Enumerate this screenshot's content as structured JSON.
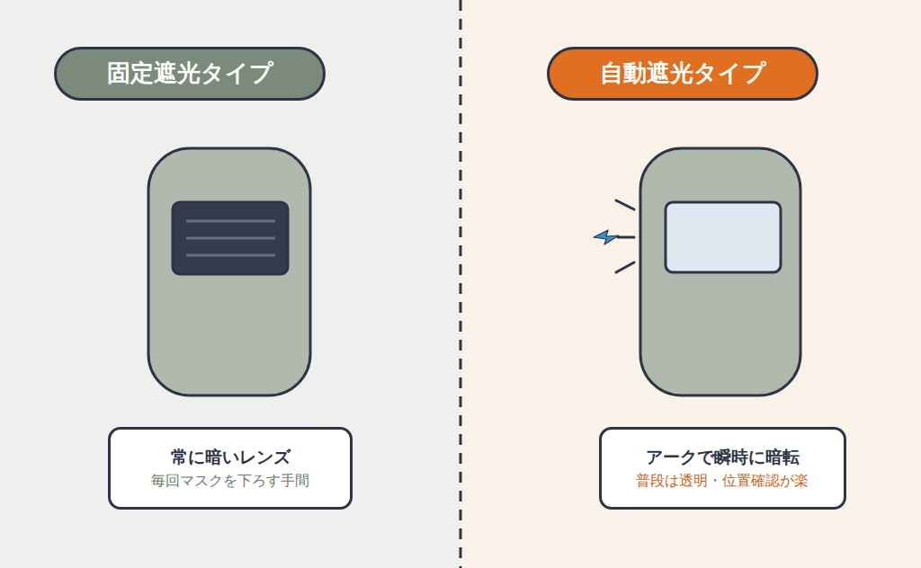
{
  "diagram": {
    "nodes": [
      {
        "text": [
          "固定遮光タイプ"
        ]
      },
      {
        "text": [
          "自動遮光タイプ"
        ]
      },
      {
        "text": [
          "常に暗いレンズ",
          "毎回マスクを下ろす手間"
        ]
      },
      {
        "text": [
          "アークで瞬時に暗転",
          "普段は透明・位置確認が楽"
        ]
      }
    ]
  }
}
